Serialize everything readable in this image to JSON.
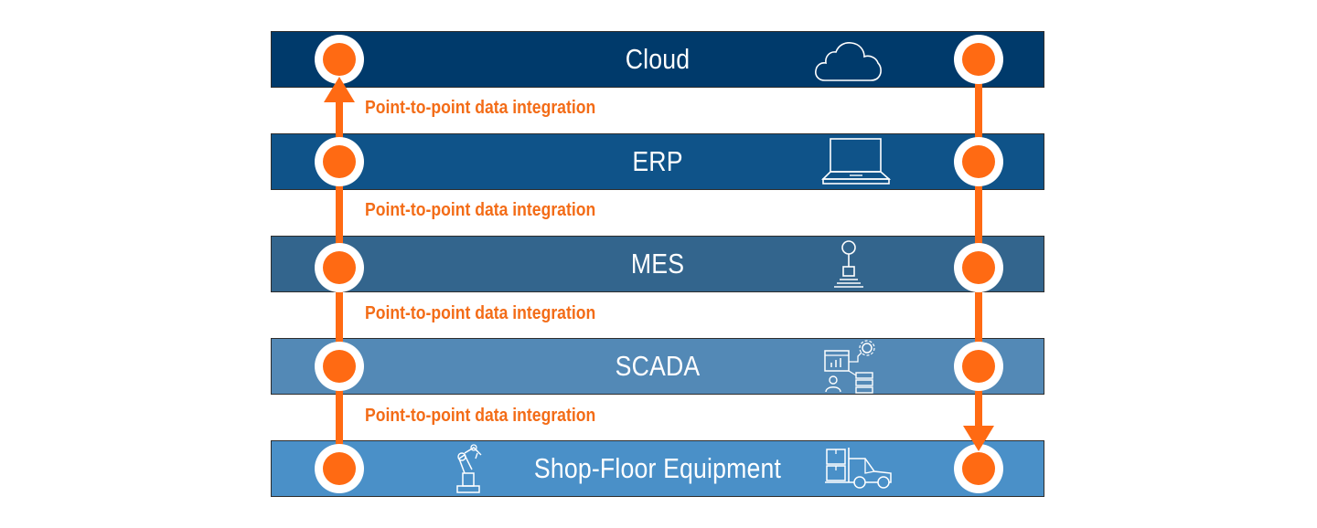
{
  "colors": {
    "accent": "#ff6a13",
    "label": "#f36c17",
    "cloud": "#003a6b",
    "erp": "#0f5389",
    "mes": "#33658d",
    "scada": "#5389b6",
    "shopfloor": "#4a90c8"
  },
  "layers": [
    {
      "label": "Cloud",
      "icon": "cloud-icon"
    },
    {
      "label": "ERP",
      "icon": "laptop-icon"
    },
    {
      "label": "MES",
      "icon": "joystick-icon"
    },
    {
      "label": "SCADA",
      "icon": "scada-dashboard-icon"
    },
    {
      "label": "Shop-Floor Equipment",
      "icons": [
        "robot-arm-icon",
        "forklift-icon"
      ]
    }
  ],
  "integration_labels": [
    "Point-to-point data integration",
    "Point-to-point data integration",
    "Point-to-point data integration",
    "Point-to-point data integration"
  ],
  "arrows": [
    {
      "direction": "up",
      "from": "Shop-Floor Equipment",
      "to": "Cloud"
    },
    {
      "direction": "down",
      "from": "Cloud",
      "to": "Shop-Floor Equipment"
    }
  ]
}
